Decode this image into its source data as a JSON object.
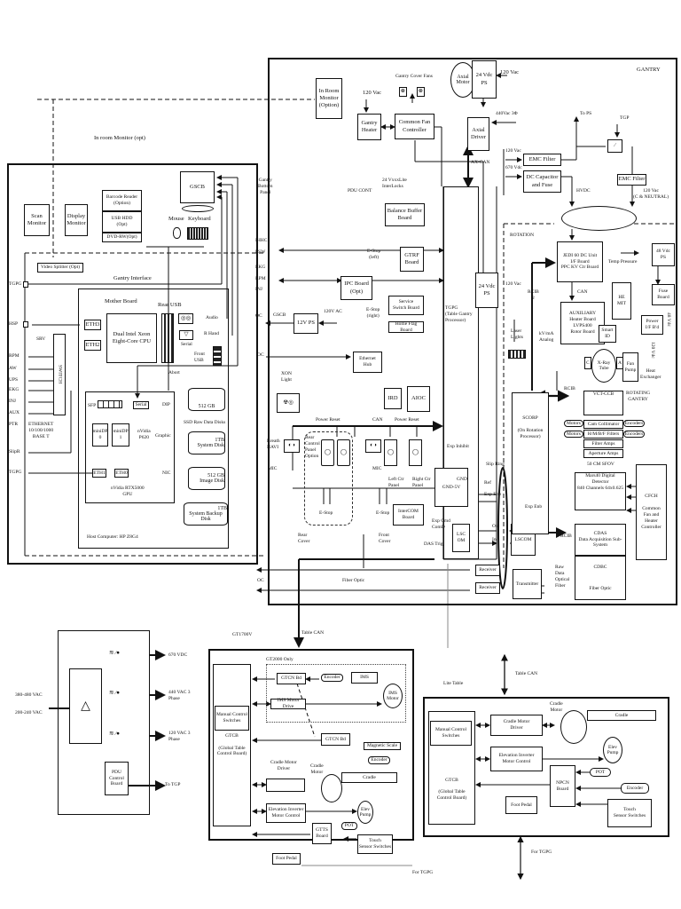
{
  "gantry": {
    "title": "GANTRY",
    "rotation_label": "ROTATION",
    "rotating_gantry_label": "ROTATING\nGANTRY",
    "in_room_monitor": "In Room\nMonitor\n(Option)",
    "gantry_cover_fans": "Gantry Cover Fans",
    "vac_120_heater": "120 Vac",
    "gantry_heater": "Gantry\nHeater",
    "common_fan_controller": "Common Fan\nController",
    "axial_motor": "Axial\nMotor",
    "ps_24vdc_top": "24 Vdc\nPS",
    "vac_120_top": "120 Vac",
    "axial_driver": "Axial\nDriver",
    "vac_440_3ph": "440Vac 3Φ",
    "ax_can": "AX-CAN",
    "to_ps": "To PS",
    "tgp": "TGP",
    "vac_120_emc": "120 Vac",
    "vdc_670": "670 Vdc",
    "emc_filter_1": "EMC Filter",
    "dc_capacitor_fuse": "DC Capacitor\nand Fuse",
    "emc_filter_2": "EMC Filter",
    "hvdc": "HVDC",
    "vac_120_neutral": "120 Vac\n(C & NEUTRAL)",
    "gantry_bottom_panel": "Gantry\nBottom\nPanel",
    "pdu_cont": "PDU CONT",
    "interlocks": "24 VxxxLite\nInterLocks",
    "balance_buffer_board": "Balance Buffer\nBoard",
    "estop_left": "E-Stop\n(left)",
    "gtrf_board": "GTRF\nBoard",
    "ipc_board": "IPC Board\n(Opt)",
    "estop_right": "E-Stop\n(right)",
    "service_switch_board": "Service\nSwitch Board",
    "home_flag_board": "Home Flag\nBoard",
    "tgpg_label": "TGPG\n(Table Gantry\nProcessor)",
    "ps_24vdc_mid": "24 Vdc\nPS",
    "vac_120_mid": "120 Vac",
    "ps_12v": "12V PS",
    "vac_120v_ac": "120V AC",
    "gscb_label": "GSCB",
    "oc_1": "OC",
    "oc_2": "OC",
    "ethernet_hub": "Ethernet\nHub",
    "left_connectors": [
      "IHHC",
      "FSW",
      "EKG",
      "RPM",
      "INJ"
    ],
    "xon_light": "XON\nLight",
    "ird": "IRD",
    "aioc": "AIOC",
    "power_reset_1": "Power Reset",
    "can_label": "CAN",
    "power_reset_2": "Power Reset",
    "breath_navi": "Breath\nNAVI",
    "rear_control_panel": "Rear\nControl\nPanel\nOption",
    "mic_1": "MIC",
    "mic_2": "MIC",
    "left_ctr_panel": "Left Ctr\nPanel",
    "right_ctr_panel": "Right Ctr\nPanel",
    "estop_1": "E-Stop",
    "estop_2": "E-Stop",
    "intercom_board": "InterCOM\nBoard",
    "rear_cover": "Rear\nCover",
    "front_cover": "Front\nCover",
    "exp_inhibit": "Exp Inhibit",
    "gnd_5v": "GND-5V",
    "gnd": "GND",
    "slip_ring": "Slip Ring",
    "ref": "Ref",
    "exp_enb": "Exp Enb",
    "exp_cmd": "Exp Cmd\nComD",
    "das_trig": "DAS Trig",
    "lscom_left": "LSC\nOM",
    "out": "Out",
    "in": "In",
    "lscom_right": "LSCOM",
    "receiver_1": "Receiver",
    "receiver_2": "Receiver",
    "transmitter": "Transmitter",
    "fiber_optic": "Fiber Optic",
    "oc_3": "OC",
    "raw_data_fiber": "Raw\nData\nOptical\nFiber",
    "rcib_2": "RCIB\n2",
    "laser_lights": "Laser\nLights",
    "kv_ma_analog": "kV/mA\nAnalog",
    "scorp": "SCORP\n\n(On Rotation\nProcessor)",
    "scorp_exp_enb": "Exp Enb",
    "jedi_unit": "JEDI 60 DC Unit\nI/F Board\nPPC KV Ctr Board",
    "temp_pressure": "Temp Pressure",
    "ps_48vdc": "48 Vdc\nPS",
    "fuse_board": "Fuse\nBoard",
    "vdc_48": "48 Vdc",
    "he_mit": "HE\nMIT",
    "can_rot": "CAN",
    "auxiliary_heater": "AUXILIARY\nHeater Board\nLVPS400\nRotor Board",
    "smart_id": "Smart\nID",
    "power_if": "Power\nI/F B'd",
    "vdc_120_rot": "120 Vdc",
    "xray_tube": "X-Ray\nTube",
    "c_label": "C",
    "a_label": "A",
    "fan_pump": "Fan\nPump",
    "heat_exchanger": "Heat\nExchanger",
    "rcib": "RCIB",
    "vct_ccb": "VCT-CCB",
    "motors_1": "Motors",
    "cam_collimator": "Cam Collimator",
    "encoders_1": "Encoders",
    "motors_2": "Motors",
    "hm_bf_filters": "H/M/B/F Filters",
    "encoders_2": "Encoders",
    "filter_amps": "Filter Amps",
    "aperture_amps": "Aperture Amps",
    "sfov": "50 CM SFOV",
    "detector": "Mars40 Digital\nDetector\n840 Channels 64x0.625",
    "cfch": "CFCH\n\nCommon\nFan and\nHeater\nController",
    "rcib_das": "RCIB",
    "cdas": "CDAS\nData Acquisition Sub-\nSystem",
    "cdbc": "CDBC",
    "cdbc_fiber": "Fiber Optic"
  },
  "console": {
    "in_room_monitor_opt": "In room Monitor (opt)",
    "scan_monitor": "Scan\nMonitor",
    "display_monitor": "Display\nMonitor",
    "barcode_reader": "Barcode Reader\n(Option)",
    "usb_hdd": "USB HDD\n(Opt)",
    "dvd_rw": "DVD-RW(Opt)",
    "gscb": "GSCB",
    "mouse": "Mouse",
    "keyboard": "Keyboard",
    "video_splitter": "Video Splitter (Opt)",
    "gantry_interface": "Gantry Interface",
    "tgpg": "TGPG",
    "motherboard": "Mother Board",
    "rear_usb": "Rear USB",
    "eth3": "ETH3",
    "eth2": "ETH2",
    "cpu": "Dual Intel Xeon\nEight-Core CPU",
    "audio": "Audio",
    "r_hand": "R Hand",
    "serial_port": "Serial",
    "front_usb": "Front\nUSB",
    "abort": "Abort",
    "hsp": "HSP",
    "srv": "SRV",
    "switch_label": "SWITCH",
    "left_ports": [
      "RPM",
      "AW",
      "UPS",
      "EKG",
      "INJ",
      "AUX"
    ],
    "ptr": "PTR",
    "ethernet": "ETHERNET\n10/100/1000\nBASE T",
    "slipr": "SlipR",
    "tgpg_2": "TGPG",
    "sfp": "SFP",
    "serial_dip": "Serial",
    "dip": "DIP",
    "minidp0": "miniDP\n0",
    "minidp1": "miniDP\n1",
    "graphic_card": "nVidia\nP620",
    "graphic": "Graphic",
    "eth1": "ETH1",
    "eth0": "ETH0",
    "nic": "NIC",
    "gpu": "nVidia RTX5000\nGPU",
    "host_computer": "Host Computer: HP Z8G4",
    "disks": [
      {
        "size": "512 GB",
        "label": "SSD Raw Data Disks"
      },
      {
        "size": "1TB",
        "label": "System Disk"
      },
      {
        "size": "512 GB",
        "label": "Image Disk"
      },
      {
        "size": "1TB",
        "label": "System Backup Disk"
      }
    ]
  },
  "pdu": {
    "input_1": "380-480 VAC",
    "input_2": "200-240 VAC",
    "out_670vdc": "670 VDC",
    "out_440": "440 VAC 3\nPhase",
    "out_120": "120 VAC 3\nPhase",
    "pdu_control_board": "PDU\nControl\nBoard",
    "to_tgp": "To TGP"
  },
  "gt1700v": {
    "title": "GT1700V",
    "table_can": "Table CAN",
    "gt2000_only": "GT2000 Only",
    "gtcn_bd_1": "GTCN Bd",
    "encoder_1": "Encoder",
    "ims": "IMS",
    "ims_motor": "IMS\nMotor",
    "ims_motor_drive": "IMS Motor\nDrive",
    "manual_control": "Manual Control\nSwitches",
    "gtcn_bd_2": "GTCN Bd",
    "magnetic_scale": "Magnetic Scale",
    "encoder_2": "Encoder",
    "cradle_motor_driver": "Cradle Motor\nDriver",
    "cradle_motor": "Cradle\nMotor",
    "cradle": "Cradle",
    "gtcb": "GTCB\n\n(Global Table\nControl Board)",
    "elevation_inverter": "Elevation Inverter\nMotor Control",
    "elev_pump": "Elev\nPump",
    "gtts_board": "GTTS\nBoard",
    "pot": "POT",
    "touch_sensor": "Touch\nSensor Switches",
    "foot_pedal": "Foot Pedal",
    "for_tgpg": "For TGPG"
  },
  "lite_table": {
    "title": "Lite Table",
    "table_can": "Table CAN",
    "manual_control": "Manual Control\nSwitches",
    "cradle_motor_driver": "Cradle Motor\nDriver",
    "cradle_motor": "Cradle\nMotor",
    "cradle": "Cradle",
    "elevation_inverter": "Elevation Inverter\nMotor Control",
    "elev_pump": "Elev\nPump",
    "gtcb": "GTCB\n\n(Global Table\nControl Board)",
    "npcn_board": "NPCN\nBoard",
    "pot": "POT",
    "encoder": "Encoder",
    "foot_pedal": "Foot Pedal",
    "touch_sensor": "Touch\nSensor Switches",
    "for_tgpg": "For TGPG"
  }
}
